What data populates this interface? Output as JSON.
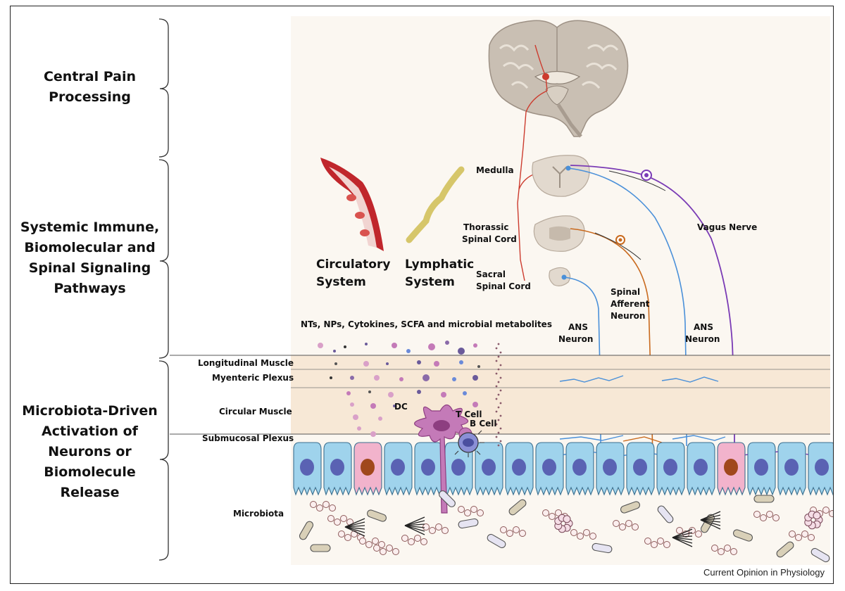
{
  "sections": {
    "central": "Central Pain Processing",
    "systemic": "Systemic Immune, Biomolecular and Spinal Signaling Pathways",
    "microbiota": "Microbiota-Driven Activation of Neurons or Biomolecule Release"
  },
  "spine_labels": {
    "medulla": "Medulla",
    "thoracic_line1": "Thorassic",
    "thoracic_line2": "Spinal Cord",
    "sacral_line1": "Sacral",
    "sacral_line2": "Spinal Cord"
  },
  "systems": {
    "circulatory_line1": "Circulatory",
    "circulatory_line2": "System",
    "lymphatic_line1": "Lymphatic",
    "lymphatic_line2": "System"
  },
  "neurons": {
    "vagus": "Vagus Nerve",
    "spinal_afferent_line1": "Spinal",
    "spinal_afferent_line2": "Afferent",
    "spinal_afferent_line3": "Neuron",
    "ans1_line1": "ANS",
    "ans1_line2": "Neuron",
    "ans2_line1": "ANS",
    "ans2_line2": "Neuron"
  },
  "metabolites": "NTs, NPs, Cytokines, SCFA and microbial metabolites",
  "gut_layers": {
    "longitudinal": "Longitudinal Muscle",
    "myenteric": "Myenteric Plexus",
    "circular": "Circular Muscle",
    "submucosal": "Submucosal Plexus",
    "microbiota": "Microbiota"
  },
  "cells": {
    "dc": "DC",
    "tcell": "T Cell",
    "bcell": "B Cell"
  },
  "credit": "Current Opinion in Physiology",
  "colors": {
    "vagus": "#7a3bb5",
    "ans": "#4a90d9",
    "spinal_afferent": "#c96a1e",
    "central_tract": "#cc3b2e",
    "muscle_band": "#f7e8d6",
    "epithelium": "#9fd3ec",
    "enteroendocrine": "#f2b3cc",
    "nucleus": "#5a62b3",
    "brain": "#c9bfb3"
  }
}
